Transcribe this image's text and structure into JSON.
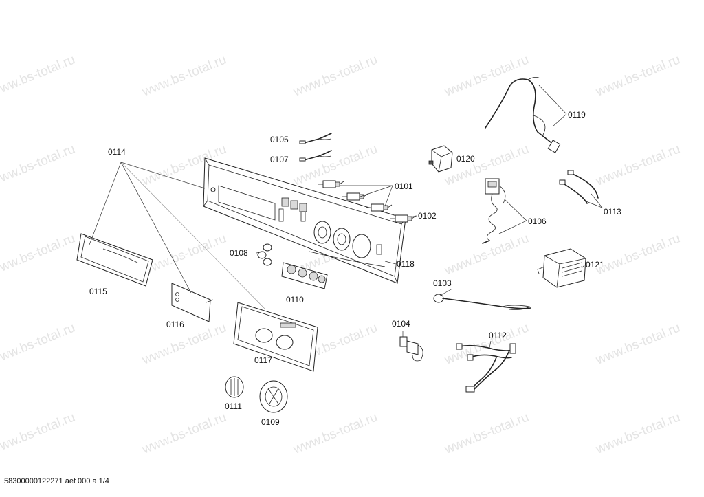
{
  "watermark": "www.bs-total.ru",
  "footer": "58300000122271 aet 000 a 1/4",
  "labels": {
    "p0101": "0101",
    "p0102": "0102",
    "p0103": "0103",
    "p0104": "0104",
    "p0105": "0105",
    "p0106": "0106",
    "p0107": "0107",
    "p0108": "0108",
    "p0109": "0109",
    "p0110": "0110",
    "p0111": "0111",
    "p0112": "0112",
    "p0113": "0113",
    "p0114": "0114",
    "p0115": "0115",
    "p0116": "0116",
    "p0117": "0117",
    "p0118": "0118",
    "p0119": "0119",
    "p0120": "0120",
    "p0121": "0121"
  }
}
